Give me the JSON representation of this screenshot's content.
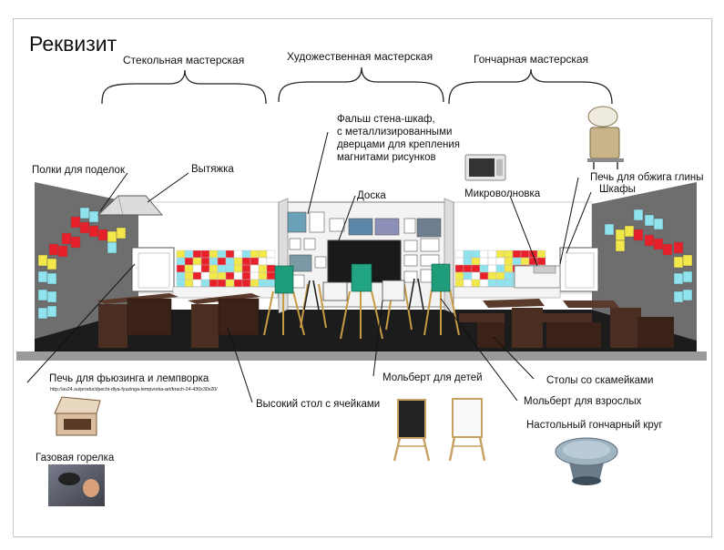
{
  "title": "Реквизит",
  "sections": {
    "glass": "Стекольная мастерская",
    "art": "Художественная мастерская",
    "pottery": "Гончарная мастерская"
  },
  "labels": {
    "shelves": "Полки для поделок",
    "hood": "Вытяжка",
    "false_wall_1": "Фальш стена-шкаф,",
    "false_wall_2": "с металлизированными",
    "false_wall_3": "дверцами для крепления",
    "false_wall_4": "магнитами рисунков",
    "board": "Доска",
    "microwave": "Микроволновка",
    "kiln": "Печь для обжига глины",
    "cabinets": "Шкафы",
    "fusing_oven": "Печь для фьюзинга и лемпворка",
    "fusing_url": "http://av24.su/product/pechi-dlya-fyuzinga-lempvorka-art/brach-24-430x30x20/",
    "high_table": "Высокий стол с ячейками",
    "kids_easel": "Мольберт для детей",
    "tables_benches": "Столы со скамейками",
    "adult_easel": "Мольберт для взрослых",
    "gas_burner": "Газовая горелка",
    "wheel": "Настольный гончарный круг"
  },
  "colors": {
    "tile_red": "#e8202a",
    "tile_yellow": "#f2e84a",
    "tile_cyan": "#8fe3ee",
    "wood": "#4a2e22",
    "floor": "#1c1c1c",
    "wall": "#6e6e6e"
  }
}
